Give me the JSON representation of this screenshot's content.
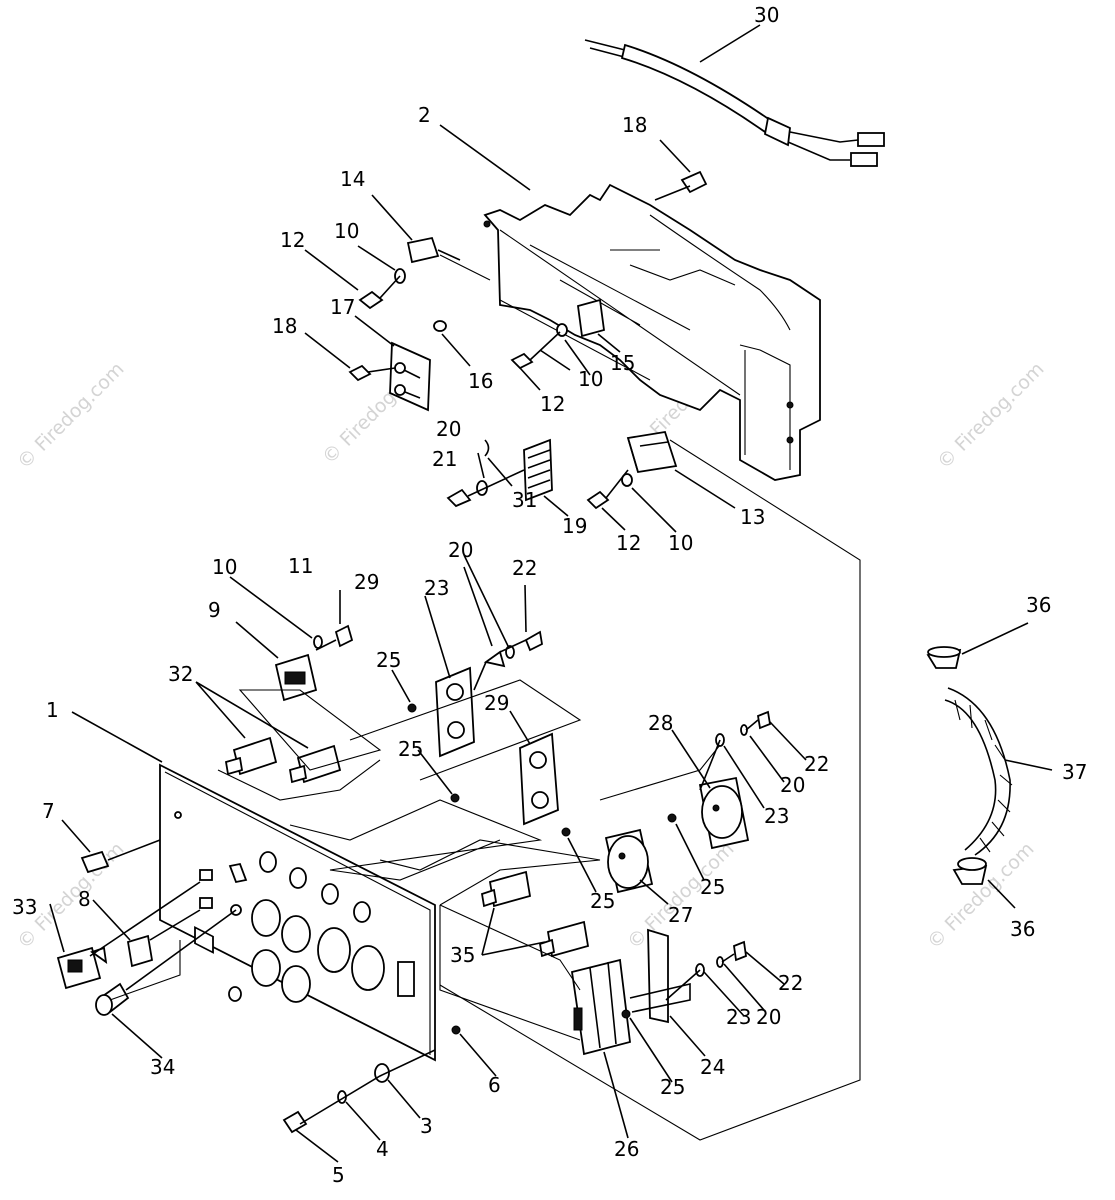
{
  "watermark": "© Firedog.com",
  "callouts": [
    {
      "id": "c30",
      "label": "30"
    },
    {
      "id": "c2",
      "label": "2"
    },
    {
      "id": "c18a",
      "label": "18"
    },
    {
      "id": "c14",
      "label": "14"
    },
    {
      "id": "c12a",
      "label": "12"
    },
    {
      "id": "c10a",
      "label": "10"
    },
    {
      "id": "c18b",
      "label": "18"
    },
    {
      "id": "c17",
      "label": "17"
    },
    {
      "id": "c16",
      "label": "16"
    },
    {
      "id": "c12b",
      "label": "12"
    },
    {
      "id": "c10b",
      "label": "10"
    },
    {
      "id": "c15",
      "label": "15"
    },
    {
      "id": "c20a",
      "label": "20"
    },
    {
      "id": "c21",
      "label": "21"
    },
    {
      "id": "c31",
      "label": "31"
    },
    {
      "id": "c19",
      "label": "19"
    },
    {
      "id": "c12c",
      "label": "12"
    },
    {
      "id": "c10c",
      "label": "10"
    },
    {
      "id": "c13",
      "label": "13"
    },
    {
      "id": "c10d",
      "label": "10"
    },
    {
      "id": "c11",
      "label": "11"
    },
    {
      "id": "c9",
      "label": "9"
    },
    {
      "id": "c29a",
      "label": "29"
    },
    {
      "id": "c20b",
      "label": "20"
    },
    {
      "id": "c23a",
      "label": "23"
    },
    {
      "id": "c22a",
      "label": "22"
    },
    {
      "id": "c25a",
      "label": "25"
    },
    {
      "id": "c29b",
      "label": "29"
    },
    {
      "id": "c32",
      "label": "32"
    },
    {
      "id": "c1",
      "label": "1"
    },
    {
      "id": "c25b",
      "label": "25"
    },
    {
      "id": "c28",
      "label": "28"
    },
    {
      "id": "c22b",
      "label": "22"
    },
    {
      "id": "c20c",
      "label": "20"
    },
    {
      "id": "c23b",
      "label": "23"
    },
    {
      "id": "c7",
      "label": "7"
    },
    {
      "id": "c33",
      "label": "33"
    },
    {
      "id": "c8",
      "label": "8"
    },
    {
      "id": "c25c",
      "label": "25"
    },
    {
      "id": "c27",
      "label": "27"
    },
    {
      "id": "c25d",
      "label": "25"
    },
    {
      "id": "c35",
      "label": "35"
    },
    {
      "id": "c22c",
      "label": "22"
    },
    {
      "id": "c23c",
      "label": "23"
    },
    {
      "id": "c20d",
      "label": "20"
    },
    {
      "id": "c34",
      "label": "34"
    },
    {
      "id": "c6",
      "label": "6"
    },
    {
      "id": "c24",
      "label": "24"
    },
    {
      "id": "c25e",
      "label": "25"
    },
    {
      "id": "c3",
      "label": "3"
    },
    {
      "id": "c4",
      "label": "4"
    },
    {
      "id": "c5",
      "label": "5"
    },
    {
      "id": "c26",
      "label": "26"
    },
    {
      "id": "c36a",
      "label": "36"
    },
    {
      "id": "c37",
      "label": "37"
    },
    {
      "id": "c36b",
      "label": "36"
    }
  ]
}
